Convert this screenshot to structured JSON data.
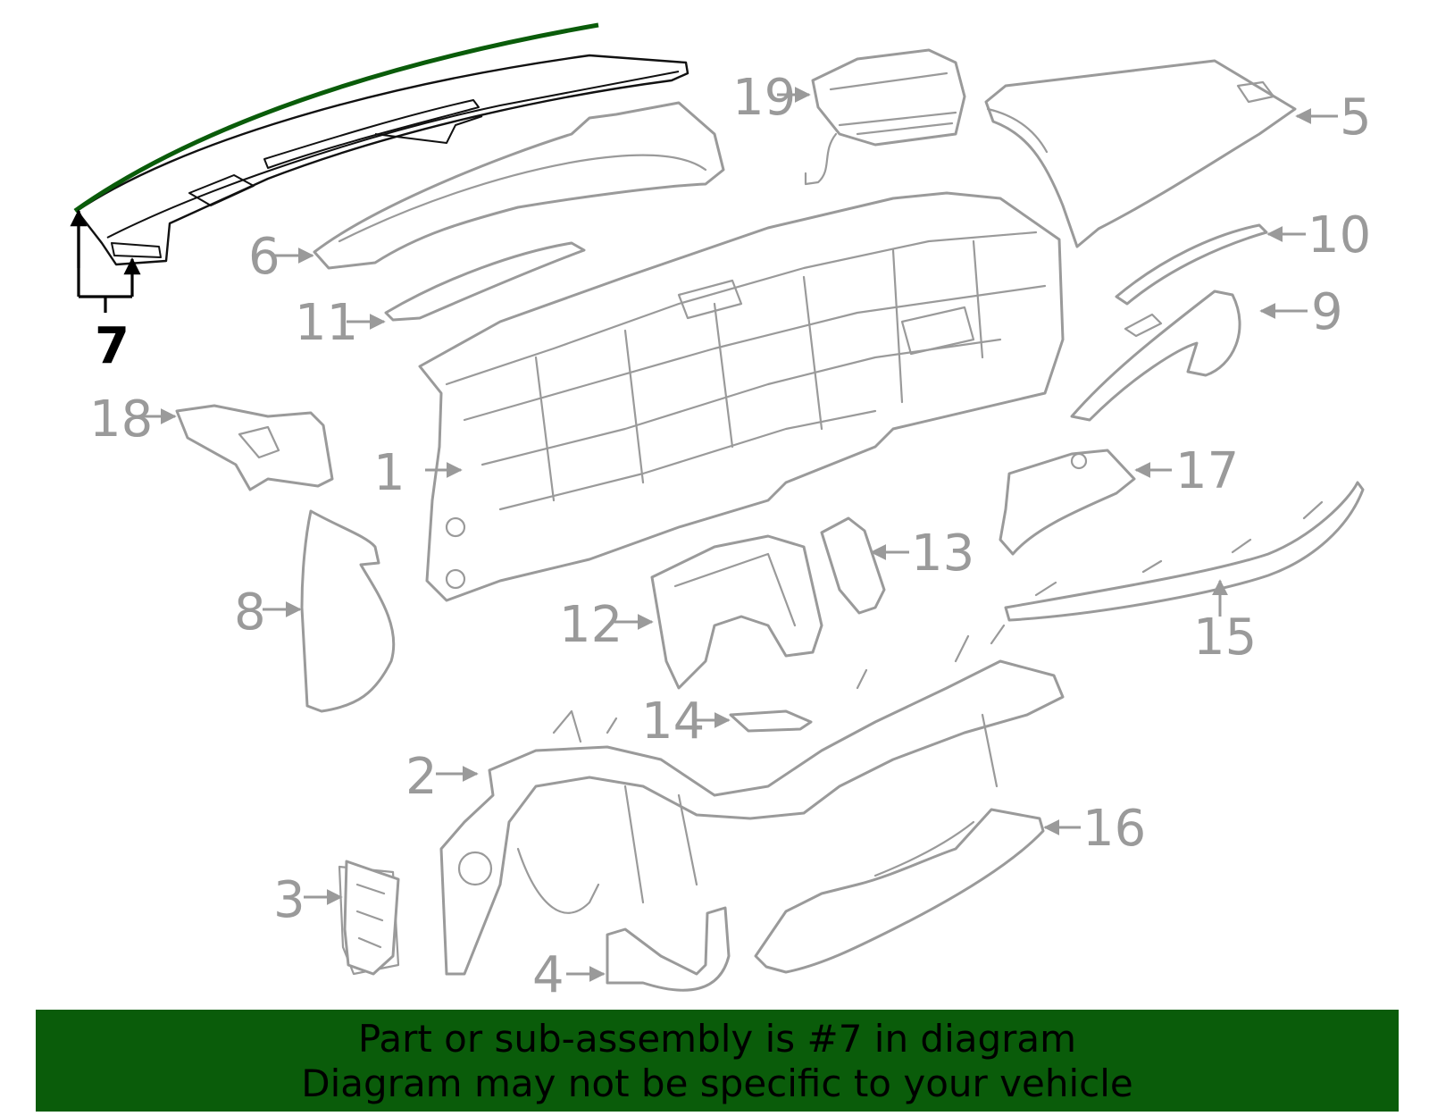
{
  "banner": {
    "line1": "Part or sub-assembly is #7 in diagram",
    "line2": "Diagram may not be specific to your vehicle",
    "color": "#0a5c0a"
  },
  "highlight_color": "#0a5c0a",
  "callouts": {
    "c1": "1",
    "c2": "2",
    "c3": "3",
    "c4": "4",
    "c5": "5",
    "c6": "6",
    "c7": "7",
    "c8": "8",
    "c9": "9",
    "c10": "10",
    "c11": "11",
    "c12": "12",
    "c13": "13",
    "c14": "14",
    "c15": "15",
    "c16": "16",
    "c17": "17",
    "c18": "18",
    "c19": "19"
  }
}
